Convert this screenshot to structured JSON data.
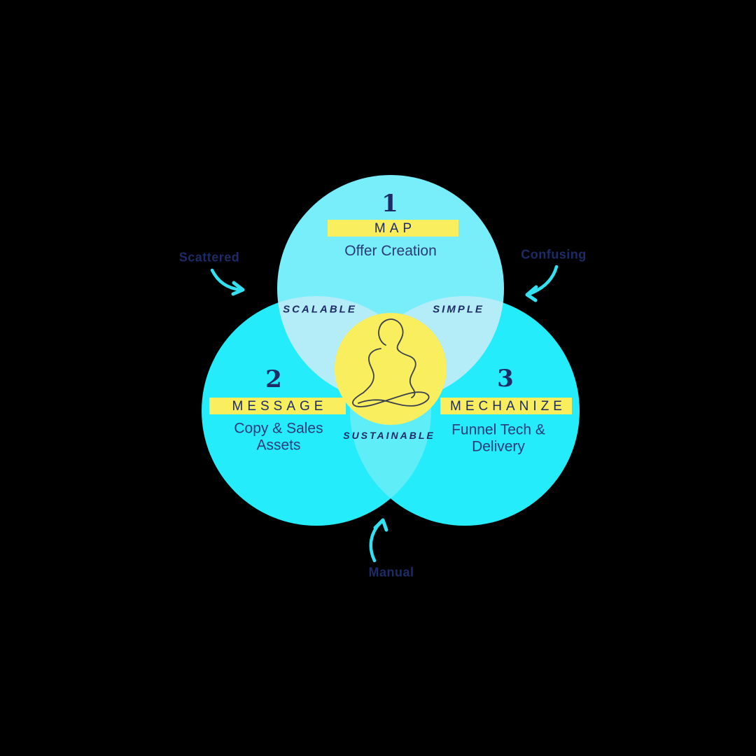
{
  "canvas": {
    "background": "#000000"
  },
  "palette": {
    "navy": "#1d2b67",
    "navy_soft": "#2a3a78",
    "yellow": "#f8ee5e",
    "circle_top": "#79eefb",
    "circle_bottom": "#24ecfa",
    "overlap_top": "#b4ecf7",
    "overlap_bottom": "#5fedf8",
    "arrow_cyan": "#33e2f2"
  },
  "diagram": {
    "type": "venn",
    "circles": [
      {
        "number": "1",
        "title": "MAP",
        "subtitle": "Offer Creation"
      },
      {
        "number": "2",
        "title": "MESSAGE",
        "subtitle": "Copy & Sales Assets"
      },
      {
        "number": "3",
        "title": "MECHANIZE",
        "subtitle": "Funnel Tech & Delivery"
      }
    ],
    "overlaps": {
      "top_left": "SCALABLE",
      "top_right": "SIMPLE",
      "bottom": "SUSTAINABLE"
    },
    "center_icon": "meditating-person-line-art",
    "annotations": {
      "left": {
        "label": "Scattered",
        "arrow": "curved-arrow-down-right"
      },
      "right": {
        "label": "Confusing",
        "arrow": "curved-arrow-down-left"
      },
      "bottom": {
        "label": "Manual",
        "arrow": "curved-arrow-up"
      }
    }
  }
}
